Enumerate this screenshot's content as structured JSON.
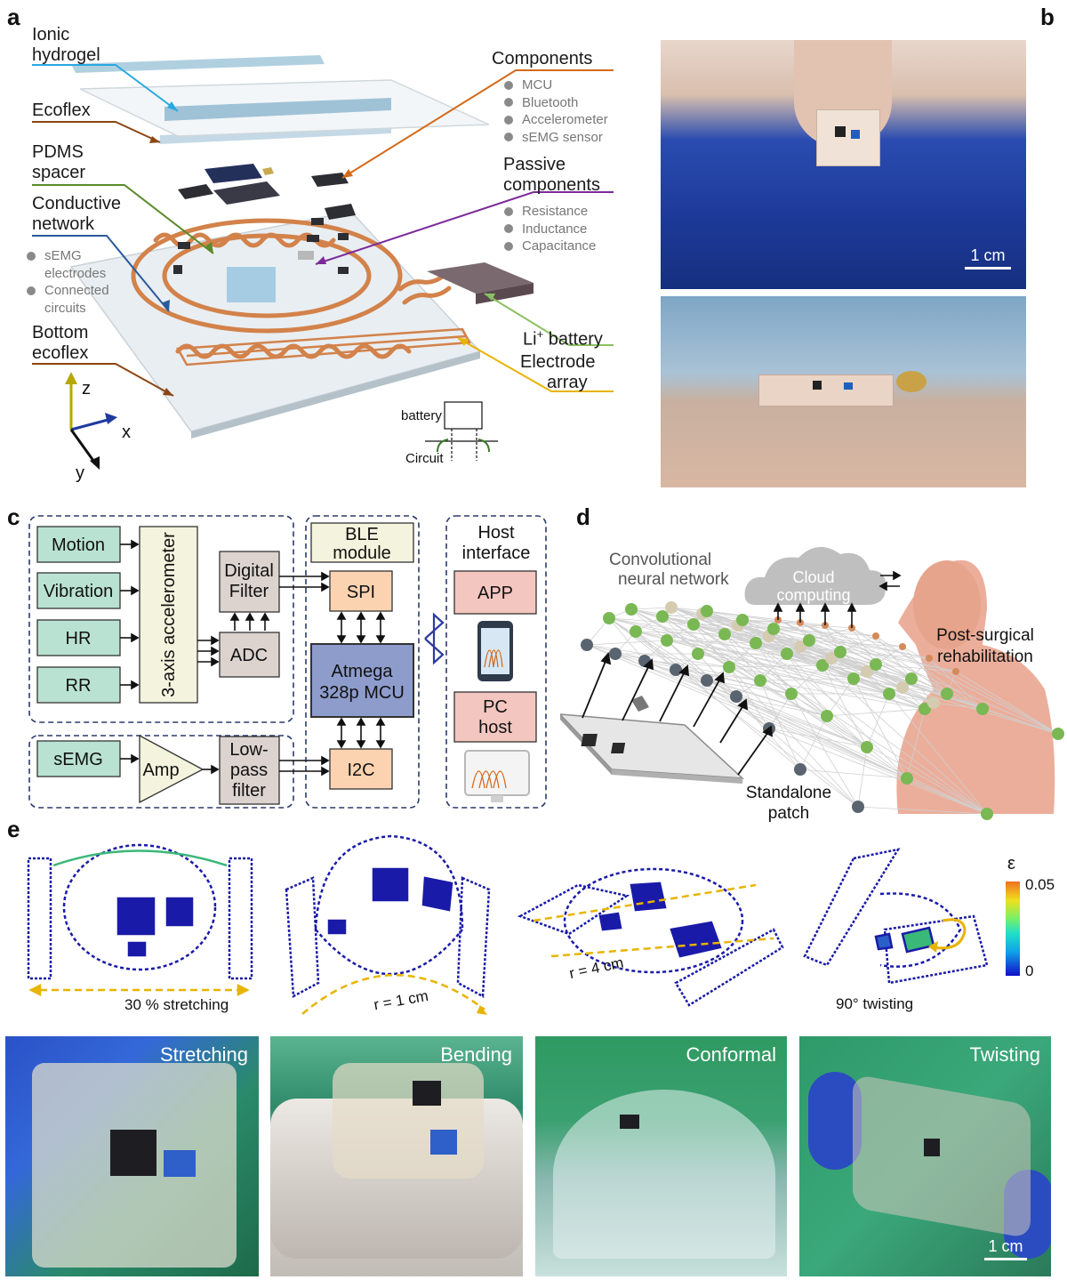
{
  "panel_a": {
    "letter": "a",
    "left_labels": {
      "ionic_hydrogel": [
        "Ionic",
        "hydrogel"
      ],
      "ecoflex": "Ecoflex",
      "pdms_spacer": [
        "PDMS",
        "spacer"
      ],
      "conductive_network": [
        "Conductive",
        "network"
      ],
      "semg_items": [
        "sEMG",
        "electrodes",
        "Connected",
        "circuits"
      ],
      "bottom_ecoflex": [
        "Bottom",
        "ecoflex"
      ]
    },
    "right_labels": {
      "components": "Components",
      "components_list": [
        "MCU",
        "Bluetooth",
        "Accelerometer",
        "sEMG sensor"
      ],
      "passive_components": [
        "Passive",
        "components"
      ],
      "passive_list": [
        "Resistance",
        "Inductance",
        "Capacitance"
      ],
      "battery_prefix": "Li",
      "battery_sup": "+",
      "battery_suffix": " battery",
      "electrode_array": [
        "Electrode",
        "array"
      ]
    },
    "axes": {
      "z": "z",
      "x": "x",
      "y": "y"
    },
    "inset": {
      "battery": "battery",
      "circuit": "Circuit"
    },
    "colors": {
      "hydrogel_line": "#29a9e0",
      "ecoflex_line": "#8b4513",
      "pdms_line": "#5a8a2a",
      "network_line": "#2b5a9a",
      "components_line": "#d46a1a",
      "passive_line": "#7b2a9a",
      "battery_line": "#8cc063",
      "electrode_line": "#e8b400",
      "copper": "#d2824a"
    }
  },
  "panel_b": {
    "letter": "b",
    "scale": "1 cm"
  },
  "panel_c": {
    "letter": "c",
    "sensors": [
      "Motion",
      "Vibration",
      "HR",
      "RR"
    ],
    "accelerometer": "3-axis accelerometer",
    "digital_filter": [
      "Digital",
      "Filter"
    ],
    "adc": "ADC",
    "semg": "sEMG",
    "amp": "Amp",
    "lowpass": [
      "Low-",
      "pass",
      "filter"
    ],
    "ble": [
      "BLE",
      "module"
    ],
    "spi": "SPI",
    "mcu": [
      "Atmega",
      "328p MCU"
    ],
    "i2c": "I2C",
    "host_interface": [
      "Host",
      "interface"
    ],
    "app": "APP",
    "pc_host": [
      "PC",
      "host"
    ],
    "colors": {
      "green": "#b9e2d3",
      "beige": "#f4f3dd",
      "gray": "#dcd3cf",
      "orange": "#fbd3b0",
      "mcu": "#8e9ccc",
      "pink": "#f4c6c0",
      "dash": "#2d3a6b"
    }
  },
  "panel_d": {
    "letter": "d",
    "cnn": [
      "Convolutional",
      "neural network"
    ],
    "cloud": [
      "Cloud",
      "computing"
    ],
    "rehab": [
      "Post-surgical",
      "rehabilitation"
    ],
    "patch": [
      "Standalone",
      "patch"
    ]
  },
  "panel_e": {
    "letter": "e",
    "sims": [
      "30 % stretching",
      "r = 1 cm",
      "r = 4 cm",
      "90° twisting"
    ],
    "colorbar": {
      "symbol": "ε",
      "max": "0.05",
      "min": "0"
    },
    "photos": [
      "Stretching",
      "Bending",
      "Conformal",
      "Twisting"
    ],
    "scale": "1 cm"
  }
}
